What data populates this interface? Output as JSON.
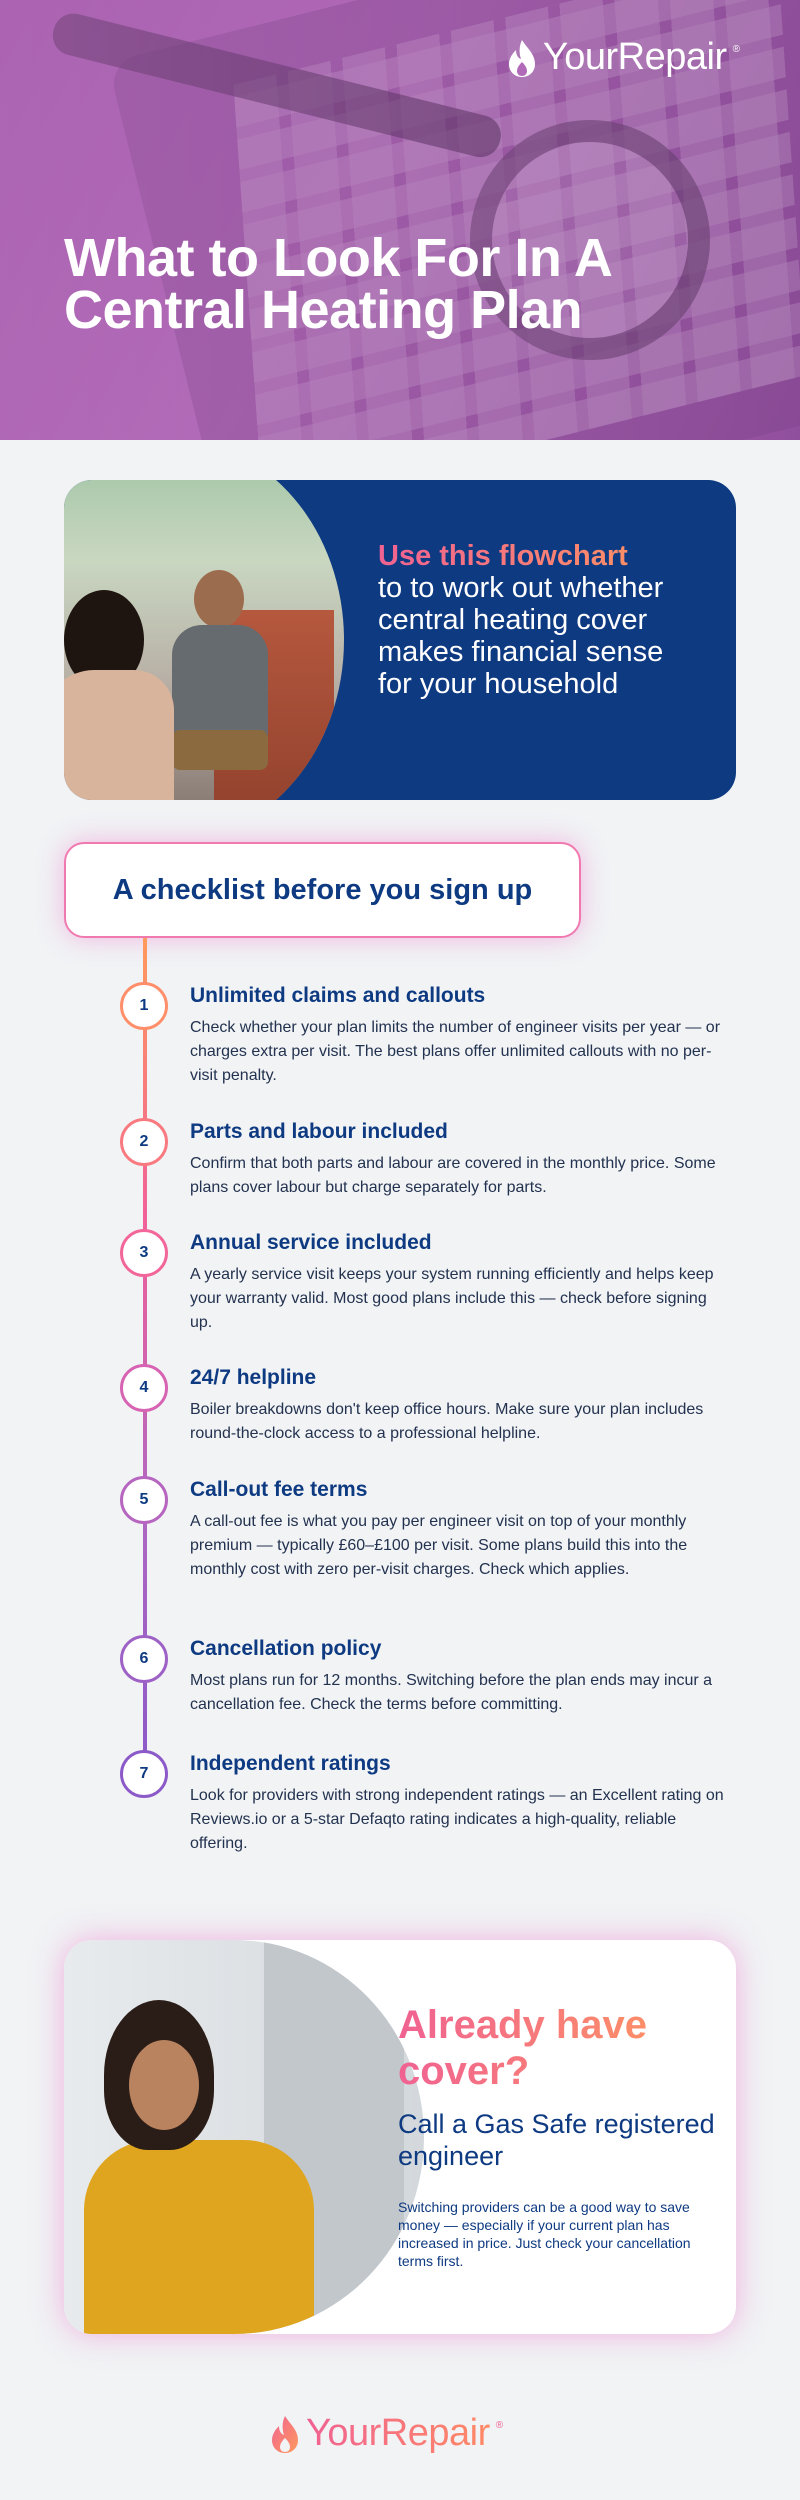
{
  "brand": {
    "name": "YourRepair",
    "reg": "®"
  },
  "header": {
    "title": "What to Look For In A Central Heating Plan"
  },
  "intro": {
    "accent": "Use this flowchart",
    "text": "to to work out whether central heating cover makes financial sense for your household"
  },
  "checklist": {
    "title": "A checklist before you sign up",
    "items": [
      {
        "num": "1",
        "title": "Unlimited claims and callouts",
        "desc": "Check whether your plan limits the number of engineer visits per year — or charges extra per visit. The best plans offer unlimited callouts with no per-visit penalty."
      },
      {
        "num": "2",
        "title": "Parts and labour included",
        "desc": "Confirm that both parts and labour are covered in the monthly price. Some plans cover labour but charge separately for parts."
      },
      {
        "num": "3",
        "title": "Annual service included",
        "desc": "A yearly service visit keeps your system running efficiently and helps keep your warranty valid. Most good plans include this — check before signing up."
      },
      {
        "num": "4",
        "title": "24/7 helpline",
        "desc": "Boiler breakdowns don't keep office hours. Make sure your plan includes round-the-clock access to a professional helpline."
      },
      {
        "num": "5",
        "title": "Call-out fee terms",
        "desc": "A call-out fee is what you pay per engineer visit on top of your monthly premium — typically £60–£100 per visit. Some plans build this into the monthly cost with zero per-visit charges. Check which applies."
      },
      {
        "num": "6",
        "title": "Cancellation policy",
        "desc": "Most plans run for 12 months. Switching before the plan ends may incur a cancellation fee. Check the terms before committing."
      },
      {
        "num": "7",
        "title": "Independent ratings",
        "desc": "Look for providers with strong independent ratings — an Excellent rating on Reviews.io or a 5-star Defaqto rating indicates a high-quality, reliable offering."
      }
    ]
  },
  "cta": {
    "title": "Already have cover?",
    "subtitle": "Call a Gas Safe registered engineer",
    "body": "Switching providers can be a good way to save money — especially if your current plan has increased in price. Just check your cancellation terms first."
  },
  "colors": {
    "navy": "#0e3a82",
    "pink": "#f06292",
    "orange": "#ff9a5c",
    "purple": "#a158a9"
  }
}
